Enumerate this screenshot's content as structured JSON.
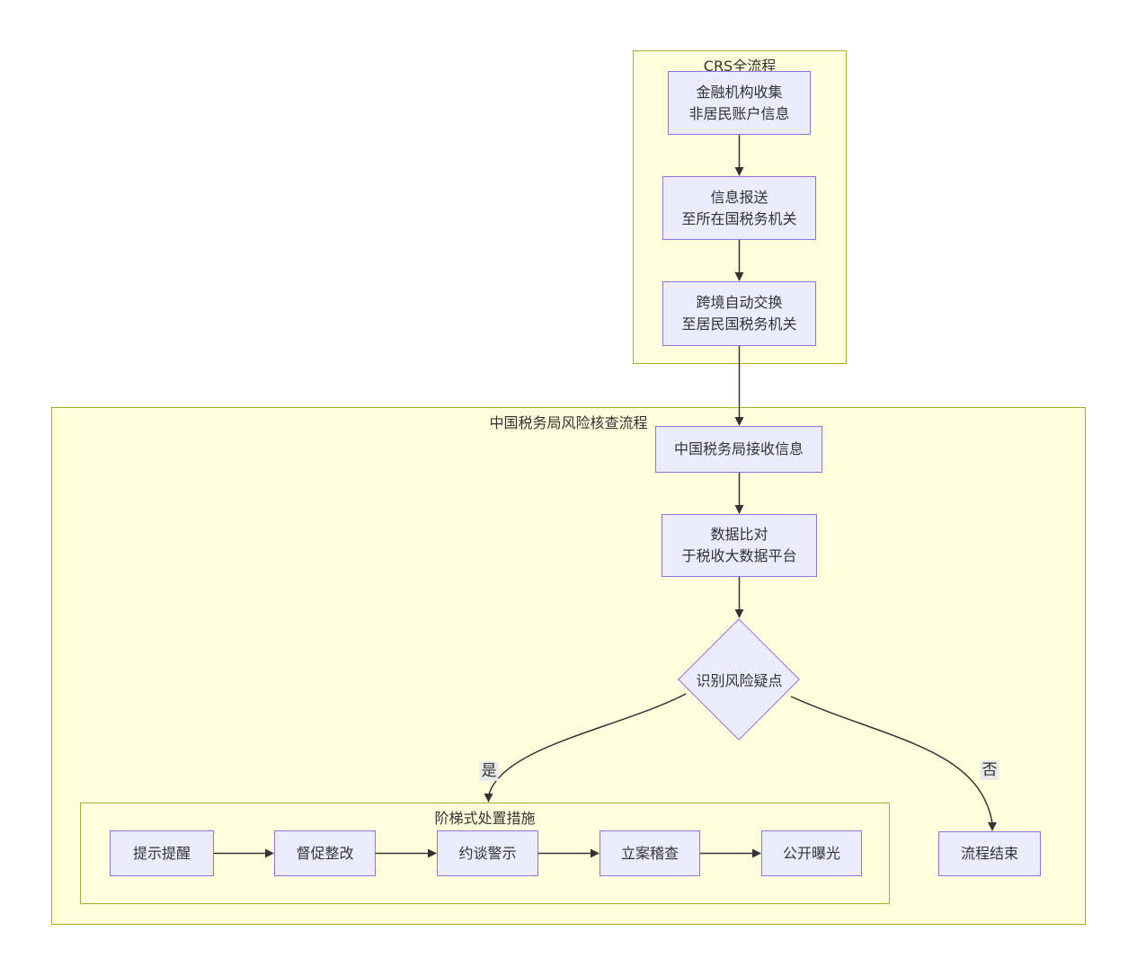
{
  "diagram": {
    "type": "flowchart",
    "colors": {
      "subgraph_fill": "#ffffde",
      "subgraph_border": "#aaaa33",
      "node_fill": "#ececff",
      "node_border": "#9370db",
      "edge_color": "#333333",
      "edge_label_bg": "#e8e8e8",
      "text_color": "#333333",
      "page_bg": "#ffffff"
    },
    "subgraphs": {
      "crs": "CRS全流程",
      "cn_tax": "中国税务局风险核查流程",
      "measures": "阶梯式处置措施"
    },
    "nodes": {
      "collect": "金融机构收集\n非居民账户信息",
      "report": "信息报送\n至所在国税务机关",
      "exchange": "跨境自动交换\n至居民国税务机关",
      "receive": "中国税务局接收信息",
      "compare": "数据比对\n于税收大数据平台",
      "identify": "识别风险疑点",
      "remind": "提示提醒",
      "urge": "督促整改",
      "interview": "约谈警示",
      "investigate": "立案稽查",
      "expose": "公开曝光",
      "end": "流程结束"
    },
    "edge_labels": {
      "yes": "是",
      "no": "否"
    },
    "edges": [
      {
        "from": "collect",
        "to": "report"
      },
      {
        "from": "report",
        "to": "exchange"
      },
      {
        "from": "exchange",
        "to": "receive"
      },
      {
        "from": "receive",
        "to": "compare"
      },
      {
        "from": "compare",
        "to": "identify"
      },
      {
        "from": "identify",
        "to": "measures",
        "label": "是"
      },
      {
        "from": "identify",
        "to": "end",
        "label": "否"
      },
      {
        "from": "remind",
        "to": "urge"
      },
      {
        "from": "urge",
        "to": "interview"
      },
      {
        "from": "interview",
        "to": "investigate"
      },
      {
        "from": "investigate",
        "to": "expose"
      }
    ]
  }
}
